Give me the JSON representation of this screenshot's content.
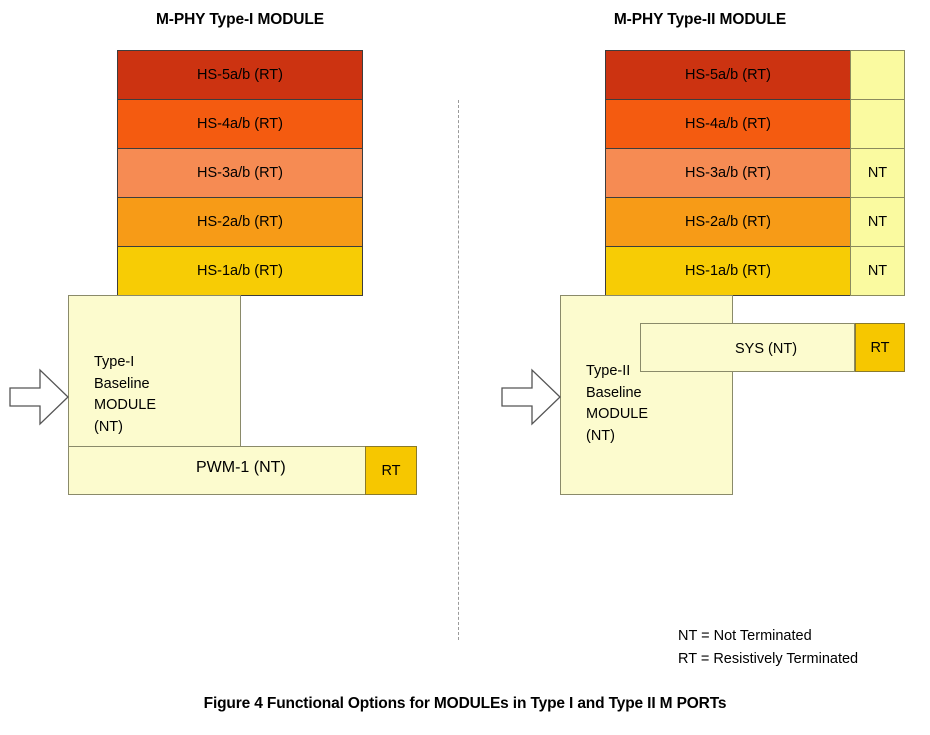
{
  "figure": {
    "caption": "Figure 4 Functional Options for MODULEs in Type I and Type II M PORTs"
  },
  "legend": {
    "nt": "NT = Not Terminated",
    "rt": "RT = Resistively Terminated"
  },
  "colors": {
    "hs5": "#CC3311",
    "hs4": "#F45B10",
    "hs3": "#F68B53",
    "hs2": "#F79B17",
    "hs1": "#F7CC05",
    "module_fill": "#FCFBCE",
    "nt_cell_fill": "#FAFAA0",
    "rt_fill": "#F6C700",
    "border": "#3d3d3d"
  },
  "type1": {
    "title": "M-PHY Type-I MODULE",
    "module_label": "Type-I\nBaseline\nMODULE\n(NT)",
    "module_label_lines": [
      "Type-I",
      "Baseline",
      "MODULE",
      "(NT)"
    ],
    "lanes": [
      {
        "label": "HS-5a/b (RT)",
        "color": "#CC3311"
      },
      {
        "label": "HS-4a/b (RT)",
        "color": "#F45B10"
      },
      {
        "label": "HS-3a/b (RT)",
        "color": "#F68B53"
      },
      {
        "label": "HS-2a/b (RT)",
        "color": "#F79B17"
      },
      {
        "label": "HS-1a/b (RT)",
        "color": "#F7CC05"
      }
    ],
    "arm": {
      "label": "PWM-1 (NT)",
      "terminator": "RT"
    },
    "input_arrow": "input-arrow"
  },
  "type2": {
    "title": "M-PHY Type-II MODULE",
    "module_label": "Type-II\nBaseline\nMODULE\n(NT)",
    "module_label_lines": [
      "Type-II",
      "Baseline",
      "MODULE",
      "(NT)"
    ],
    "lanes": [
      {
        "label": "HS-5a/b (RT)",
        "color": "#CC3311",
        "side": ""
      },
      {
        "label": "HS-4a/b (RT)",
        "color": "#F45B10",
        "side": ""
      },
      {
        "label": "HS-3a/b (RT)",
        "color": "#F68B53",
        "side": "NT"
      },
      {
        "label": "HS-2a/b (RT)",
        "color": "#F79B17",
        "side": "NT"
      },
      {
        "label": "HS-1a/b (RT)",
        "color": "#F7CC05",
        "side": "NT"
      }
    ],
    "arm": {
      "label": "SYS (NT)",
      "terminator": "RT"
    },
    "input_arrow": "input-arrow"
  }
}
